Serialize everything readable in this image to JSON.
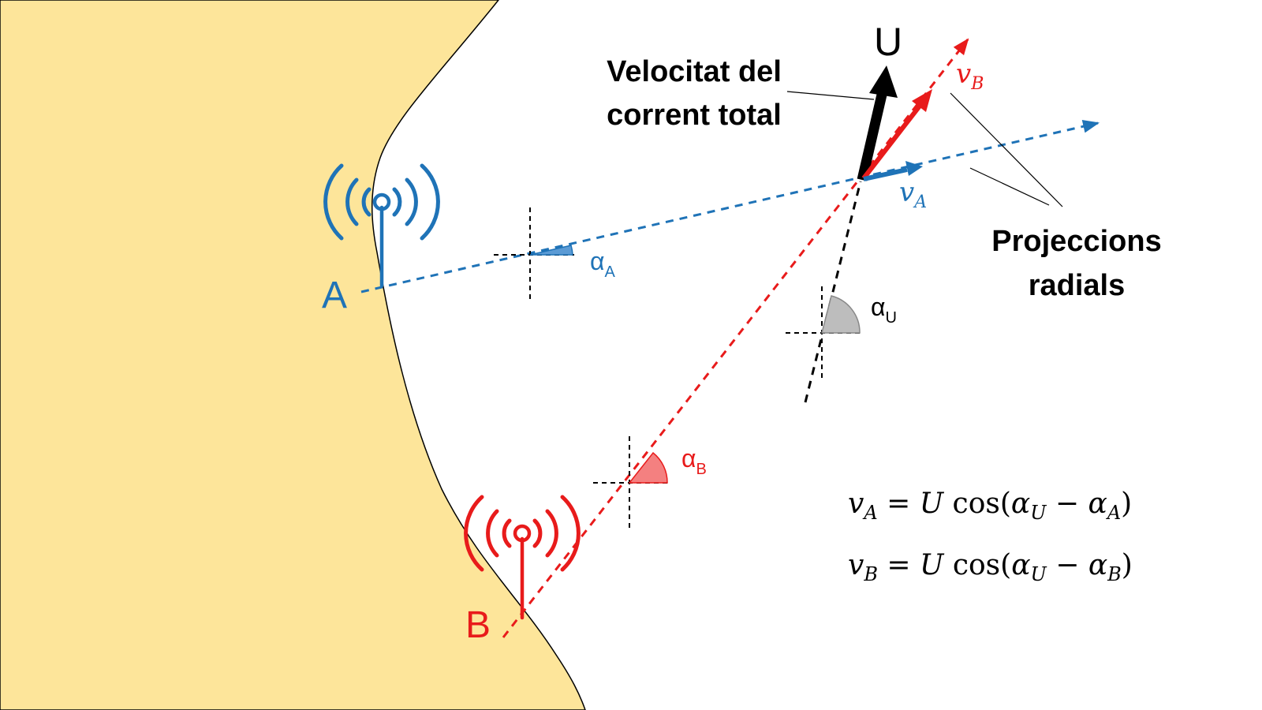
{
  "colors": {
    "land": "#fde59a",
    "blue": "#1f73b7",
    "red": "#e81b1b",
    "black": "#000000",
    "grey_sector": "#bdbdbd",
    "blue_sector": "#5b9bd5",
    "red_sector": "#f48080"
  },
  "stations": {
    "a_label": "A",
    "b_label": "B"
  },
  "angles": {
    "alpha_a": {
      "base": "α",
      "sub": "A"
    },
    "alpha_b": {
      "base": "α",
      "sub": "B"
    },
    "alpha_u": {
      "base": "α",
      "sub": "U"
    }
  },
  "vectors": {
    "u_label": "U",
    "va": {
      "base": "v",
      "sub": "A"
    },
    "vb": {
      "base": "v",
      "sub": "B"
    }
  },
  "annotations": {
    "total_current_line1": "Velocitat del",
    "total_current_line2": "corrent total",
    "radial_line1": "Projeccions",
    "radial_line2": "radials"
  },
  "equations": {
    "eq1": {
      "lhs_base": "v",
      "lhs_sub": "A",
      "eq": " = ",
      "u": "U",
      "cos": " cos(",
      "a1": "α",
      "a1_sub": "U",
      "minus": " − ",
      "a2": "α",
      "a2_sub": "A",
      "close": ")"
    },
    "eq2": {
      "lhs_base": "v",
      "lhs_sub": "B",
      "eq": " = ",
      "u": "U",
      "cos": " cos(",
      "a1": "α",
      "a1_sub": "U",
      "minus": " − ",
      "a2": "α",
      "a2_sub": "B",
      "close": ")"
    }
  },
  "icons": [
    "antenna-a-icon",
    "antenna-b-icon"
  ]
}
